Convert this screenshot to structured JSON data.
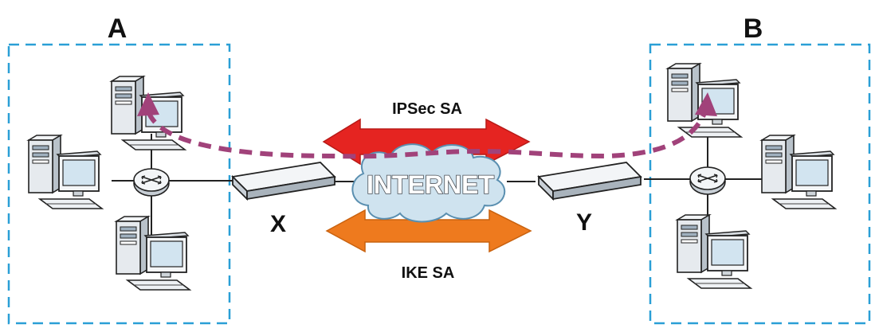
{
  "site_a": {
    "label": "A"
  },
  "site_b": {
    "label": "B"
  },
  "gateway_x": {
    "label": "X"
  },
  "gateway_y": {
    "label": "Y"
  },
  "internet": {
    "label": "INTERNET"
  },
  "ipsec_sa": {
    "label": "IPSec SA"
  },
  "ike_sa": {
    "label": "IKE SA"
  },
  "colors": {
    "site_border": "#2a9fd6",
    "ipsec_arrow": "#e52421",
    "ike_arrow": "#ee7a1e",
    "tunnel_path": "#a1427a",
    "cloud_fill": "#cfe3ef",
    "cloud_stroke": "#5a8fb0"
  }
}
